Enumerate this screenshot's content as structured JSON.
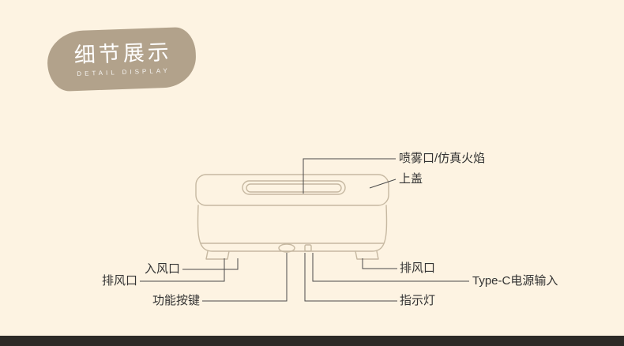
{
  "colors": {
    "bg": "#fdf3e2",
    "badge-bg": "#b2a28b",
    "badge-text": "#ffffff",
    "device-line": "#c6b8a1",
    "callout-line": "#4a4a4a",
    "label-text": "#333333",
    "footer": "#2d2a26"
  },
  "badge": {
    "title": "细节展示",
    "subtitle": "DETAIL DISPLAY"
  },
  "labels": {
    "spray_port": "喷雾口/仿真火焰",
    "top_cover": "上盖",
    "air_inlet": "入风口",
    "exhaust_left": "排风口",
    "function_button": "功能按键",
    "exhaust_right": "排风口",
    "typec_power": "Type-C电源输入",
    "indicator_light": "指示灯"
  }
}
